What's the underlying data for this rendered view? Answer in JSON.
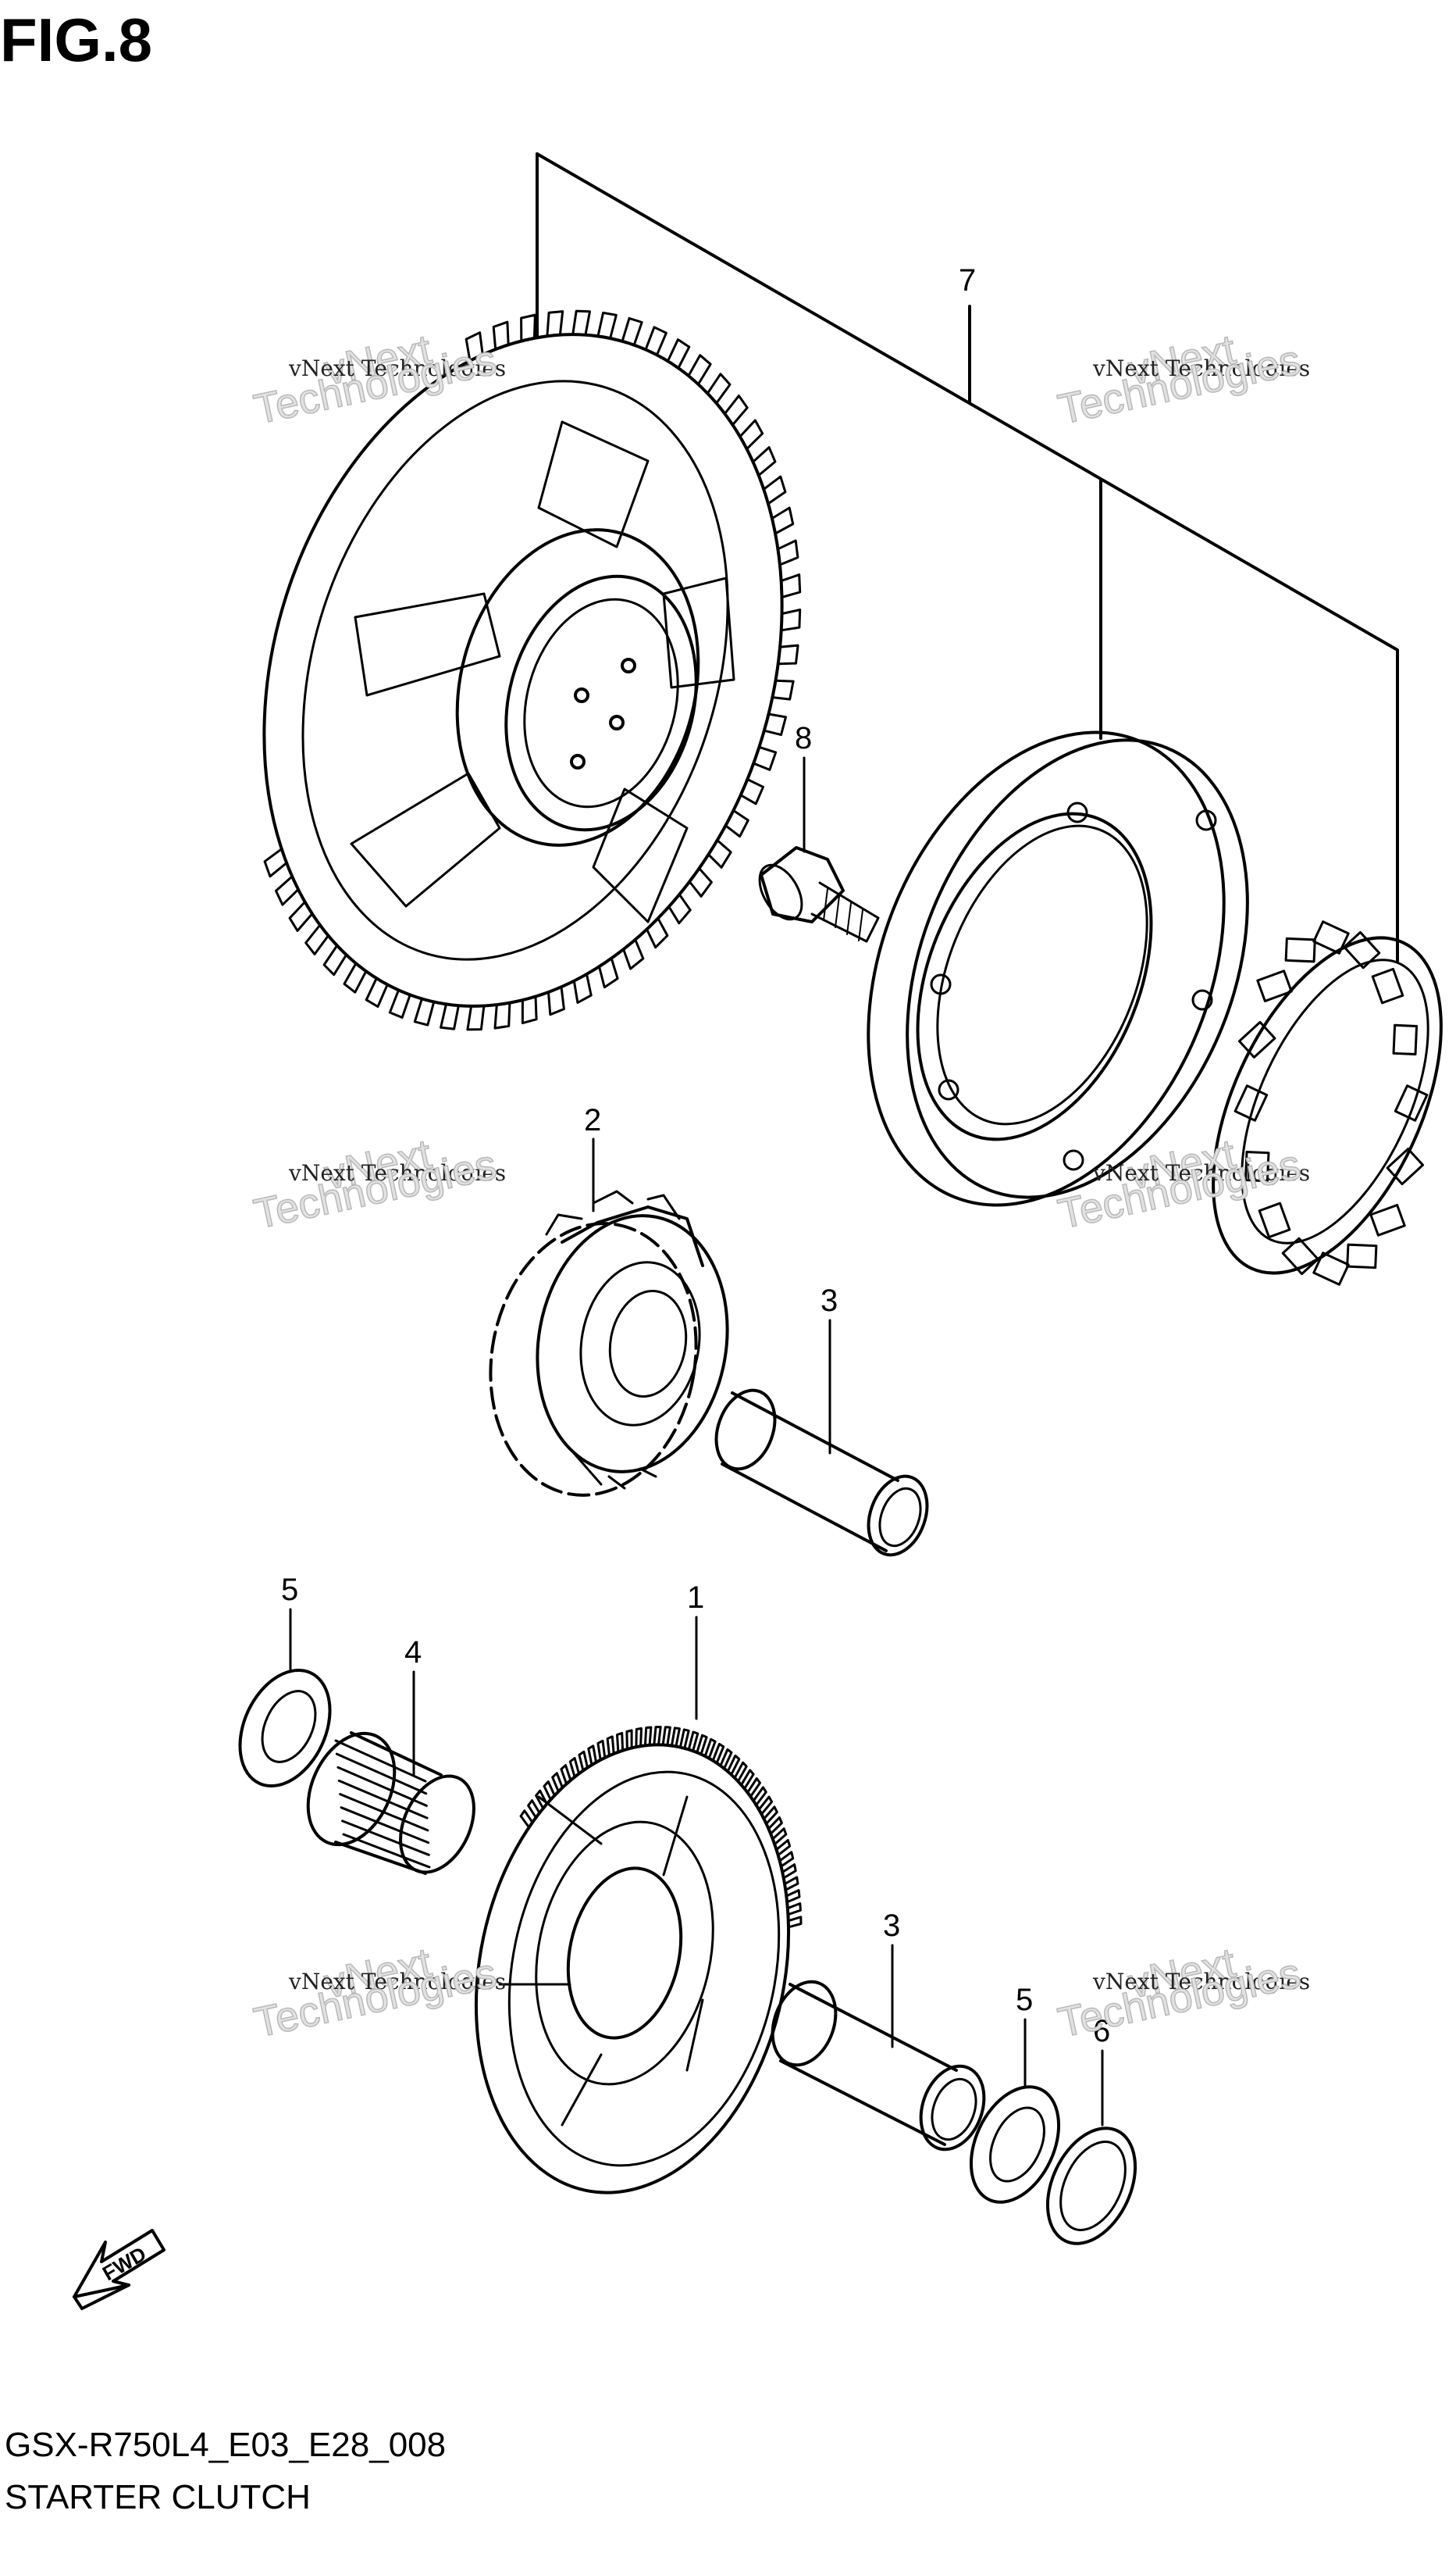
{
  "figure": {
    "title": "FIG.8",
    "model_code": "GSX-R750L4_E03_E28_008",
    "section_name": "STARTER CLUTCH"
  },
  "callouts": [
    "7",
    "8",
    "2",
    "3",
    "5",
    "4",
    "1",
    "3",
    "5",
    "6"
  ],
  "watermark": {
    "line_small": "vNext Technologies",
    "line_big_top": "vNext",
    "line_big_bottom": "Technologies"
  },
  "fwd_label": "FWD"
}
